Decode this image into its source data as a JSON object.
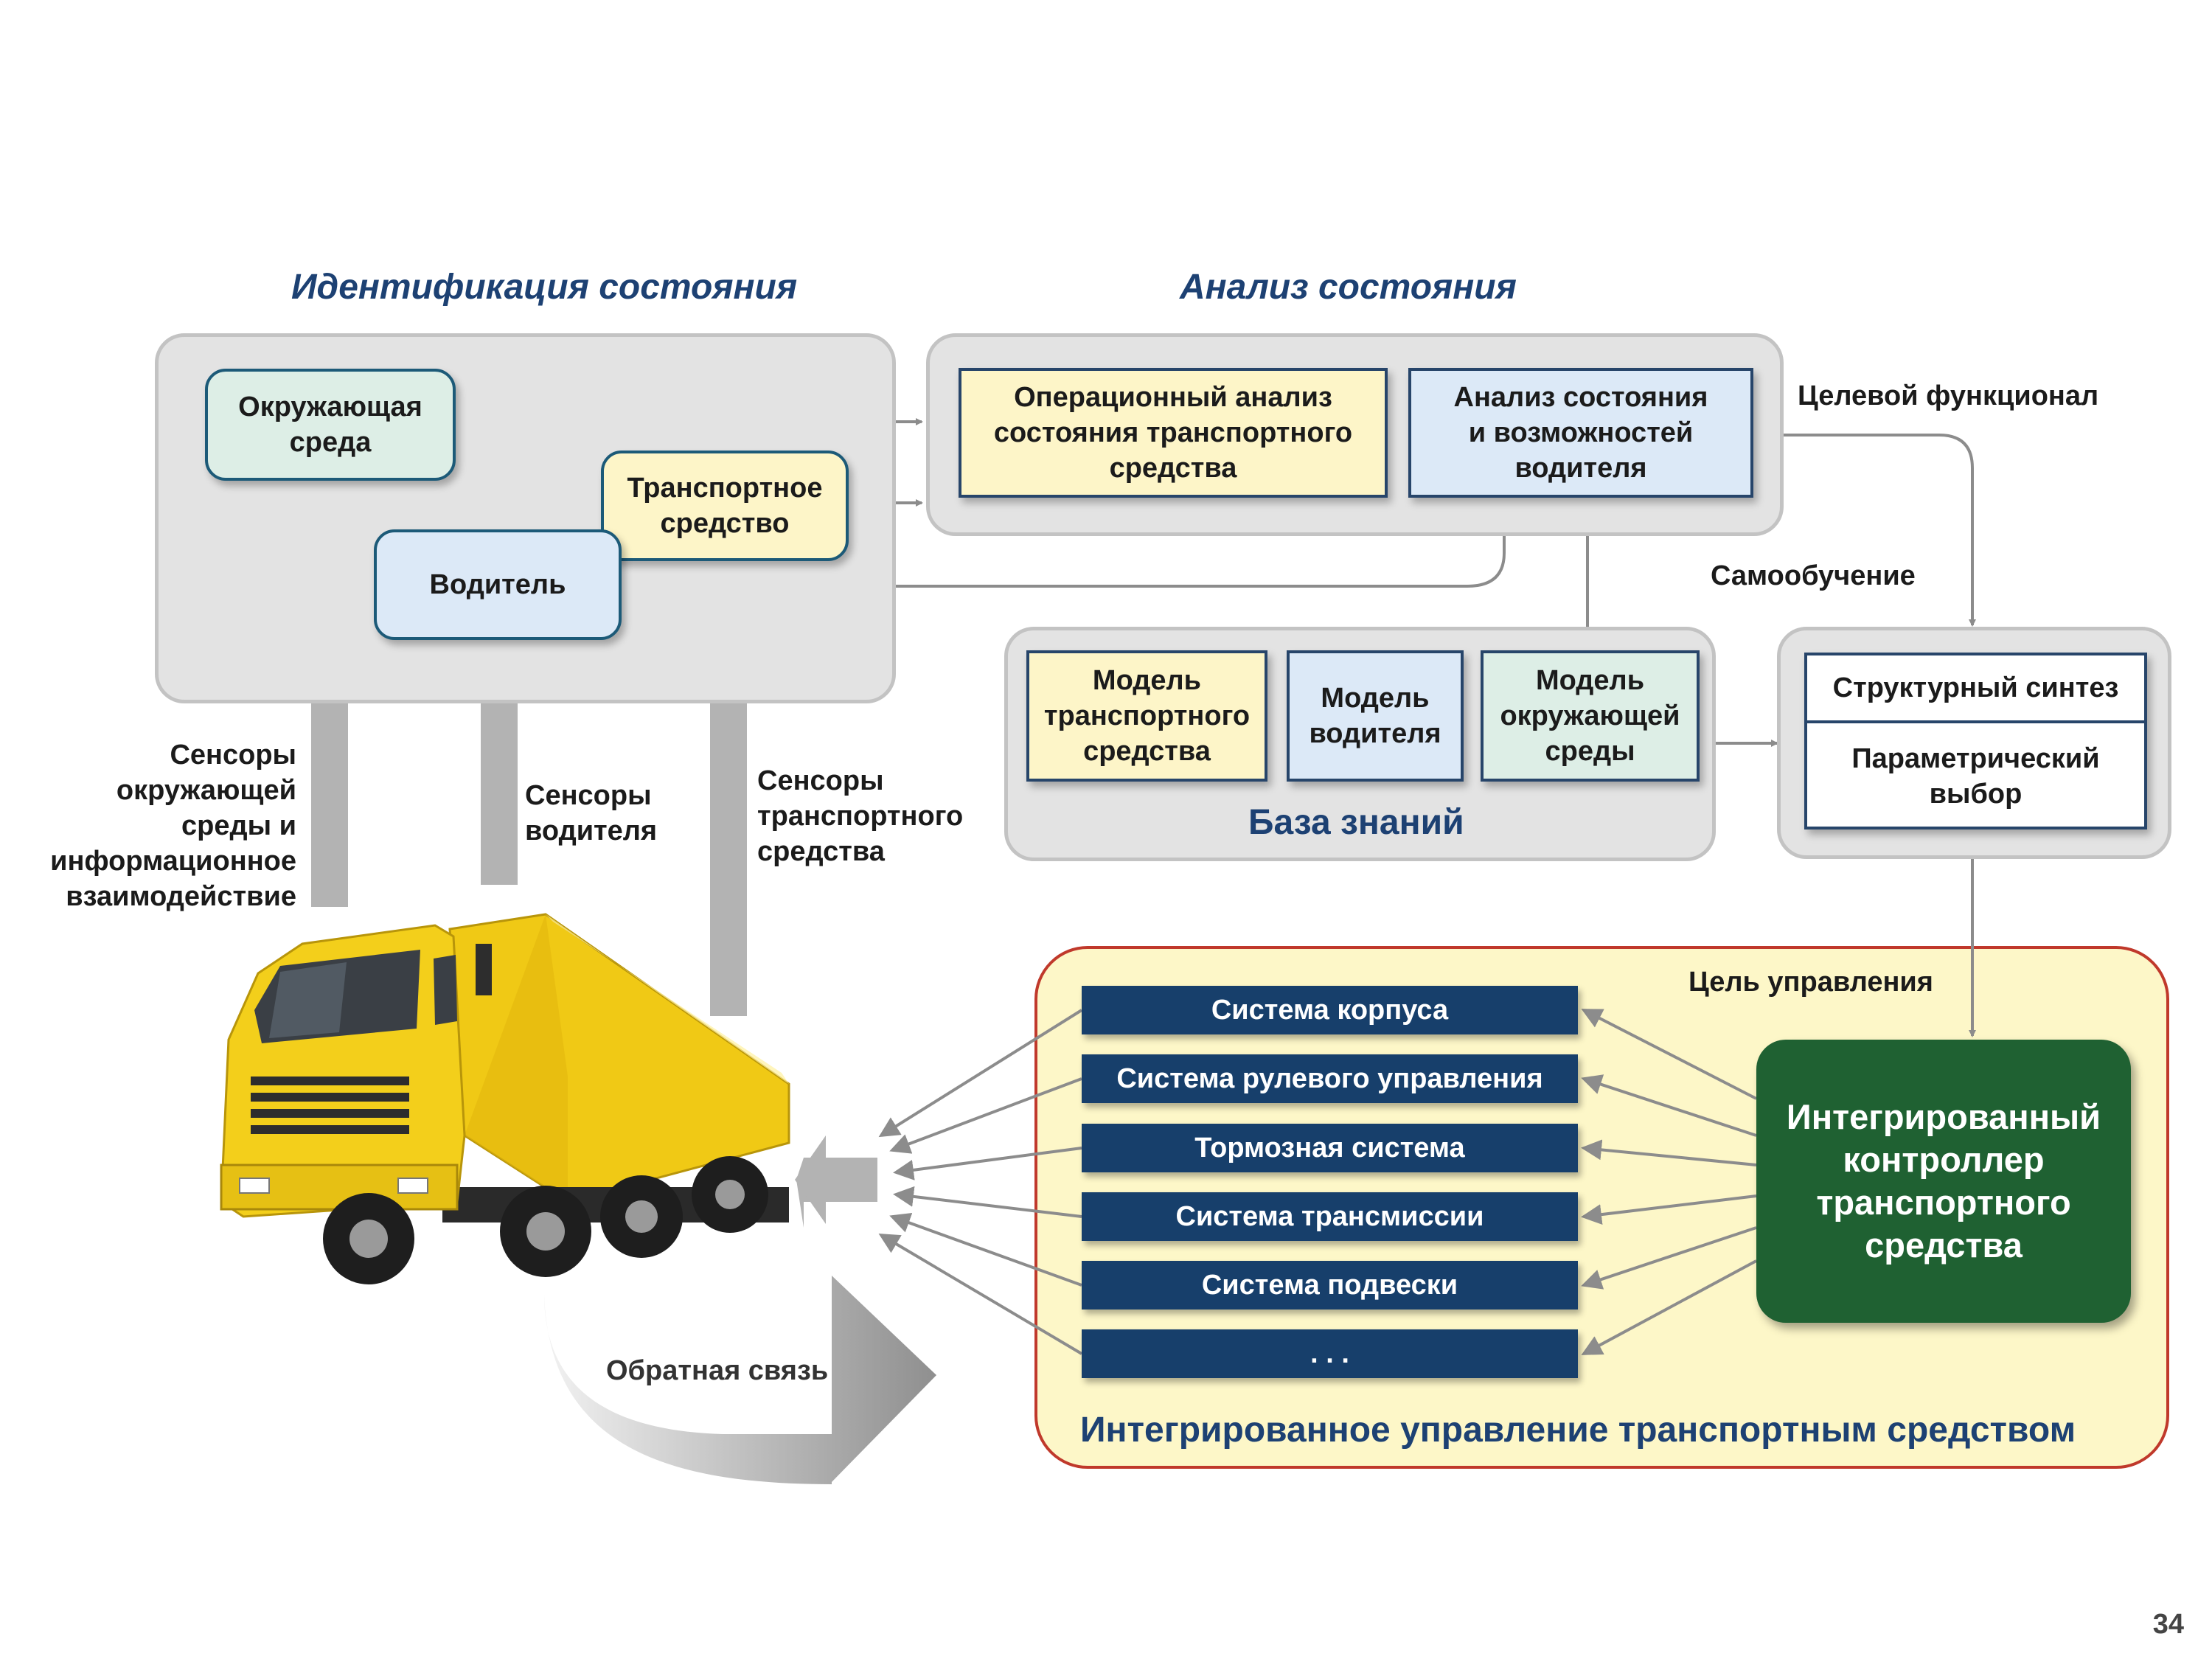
{
  "sections": {
    "identification_title": "Идентификация состояния",
    "analysis_title": "Анализ состояния"
  },
  "identification": {
    "environment": "Окружающая\nсреда",
    "vehicle": "Транспортное\nсредство",
    "driver": "Водитель"
  },
  "analysis": {
    "operational": "Операционный анализ\nсостояния транспортного\nсредства",
    "driver_state": "Анализ состояния\nи возможностей\nводителя"
  },
  "labels": {
    "target_functional": "Целевой функционал",
    "self_learning": "Самообучение",
    "control_goal": "Цель управления",
    "env_sensors": "Сенсоры\nокружающей\nсреды и\nинформационное\nвзаимодействие",
    "driver_sensors": "Сенсоры\nводителя",
    "vehicle_sensors": "Сенсоры\nтранспортного\nсредства",
    "feedback": "Обратная связь"
  },
  "knowledge_base": {
    "title": "База знаний",
    "vehicle_model": "Модель\nтранспортного\nсредства",
    "driver_model": "Модель\nводителя",
    "environment_model": "Модель\nокружающей\nсреды"
  },
  "synthesis": {
    "structural": "Структурный синтез",
    "parametric": "Параметрический\nвыбор"
  },
  "integrated": {
    "title": "Интегрированное управление транспортным средством",
    "controller": "Интегрированный\nконтроллер\nтранспортного\nсредства",
    "systems": [
      "Система корпуса",
      "Система рулевого управления",
      "Тормозная система",
      "Система трансмиссии",
      "Система подвески",
      ". . ."
    ]
  },
  "colors": {
    "title_blue": "#1d4173",
    "system_bar": "#173f6b",
    "controller_green": "#1f6132",
    "integrated_bg": "#fdf7c8",
    "integrated_border": "#c0392b",
    "truck_yellow": "#f3cf1b"
  },
  "page_number": "34"
}
